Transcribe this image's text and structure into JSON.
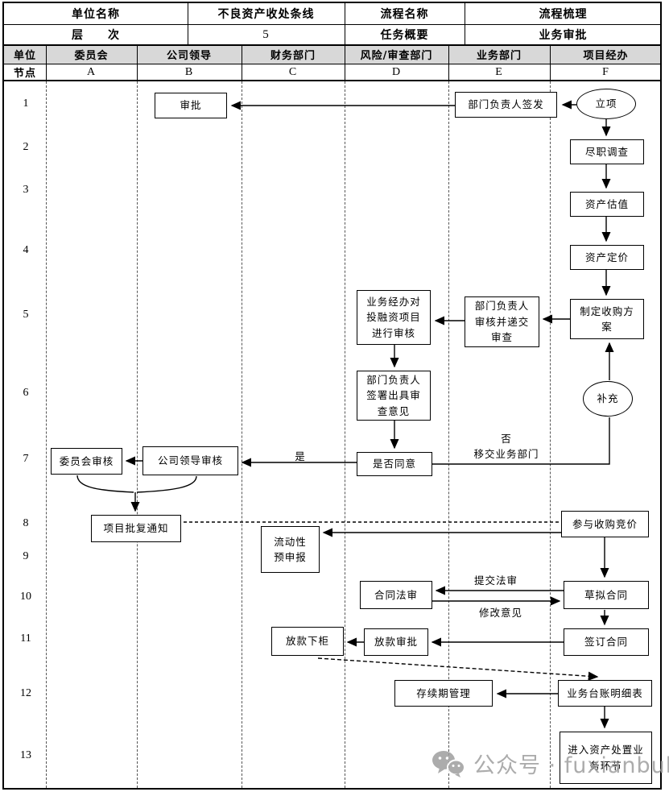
{
  "info": {
    "unit_name_label": "单位名称",
    "unit_name_value": "不良资产收处条线",
    "process_name_label": "流程名称",
    "process_name_value": "流程梳理",
    "level_label": "层　　次",
    "level_value": "5",
    "task_label": "任务概要",
    "task_value": "业务审批"
  },
  "lanes": {
    "unit_label": "单位",
    "node_label": "节点",
    "columns": [
      {
        "name": "委员会",
        "code": "A"
      },
      {
        "name": "公司领导",
        "code": "B"
      },
      {
        "name": "财务部门",
        "code": "C"
      },
      {
        "name": "风险/审查部门",
        "code": "D"
      },
      {
        "name": "业务部门",
        "code": "E"
      },
      {
        "name": "项目经办",
        "code": "F"
      }
    ]
  },
  "rows": [
    "1",
    "2",
    "3",
    "4",
    "5",
    "6",
    "7",
    "8",
    "9",
    "10",
    "11",
    "12",
    "13"
  ],
  "nodes": {
    "approve": "审批",
    "dept_head_sign": "部门负责人签发",
    "project_initiation": "立项",
    "due_diligence": "尽职调查",
    "asset_valuation": "资产估值",
    "asset_pricing": "资产定价",
    "acquisition_plan": "制定收购方\n案",
    "dept_head_review_submit": "部门负责人\n审核并递交\n审查",
    "handler_review": "业务经办对\n投融资项目\n进行审核",
    "supplement": "补充",
    "dept_head_sign_opinion": "部门负责人\n签署出具审\n查意见",
    "agree_or_not": "是否同意",
    "committee_review": "委员会审核",
    "leader_review": "公司领导审核",
    "approval_notice": "项目批复通知",
    "bid_participation": "参与收购竞价",
    "liquidity_predeclare": "流动性\n预申报",
    "contract_legal_review": "合同法审",
    "draft_contract": "草拟合同",
    "sign_contract": "签订合同",
    "loan_approval": "放款审批",
    "loan_disbursement": "放款下柜",
    "duration_management": "存续期管理",
    "business_ledger": "业务台账明细表",
    "asset_disposal_entry": "进入资产处置业\n务环节"
  },
  "edge_labels": {
    "yes": "是",
    "no": "否",
    "transfer_business_dept": "移交业务部门",
    "submit_legal_review": "提交法审",
    "revision_comments": "修改意见"
  },
  "watermark": {
    "text": "公众号 · fuxianbubin"
  },
  "colors": {
    "header_fill": "#d8d8d8",
    "line": "#000000",
    "watermark": "#9e9e9e"
  }
}
